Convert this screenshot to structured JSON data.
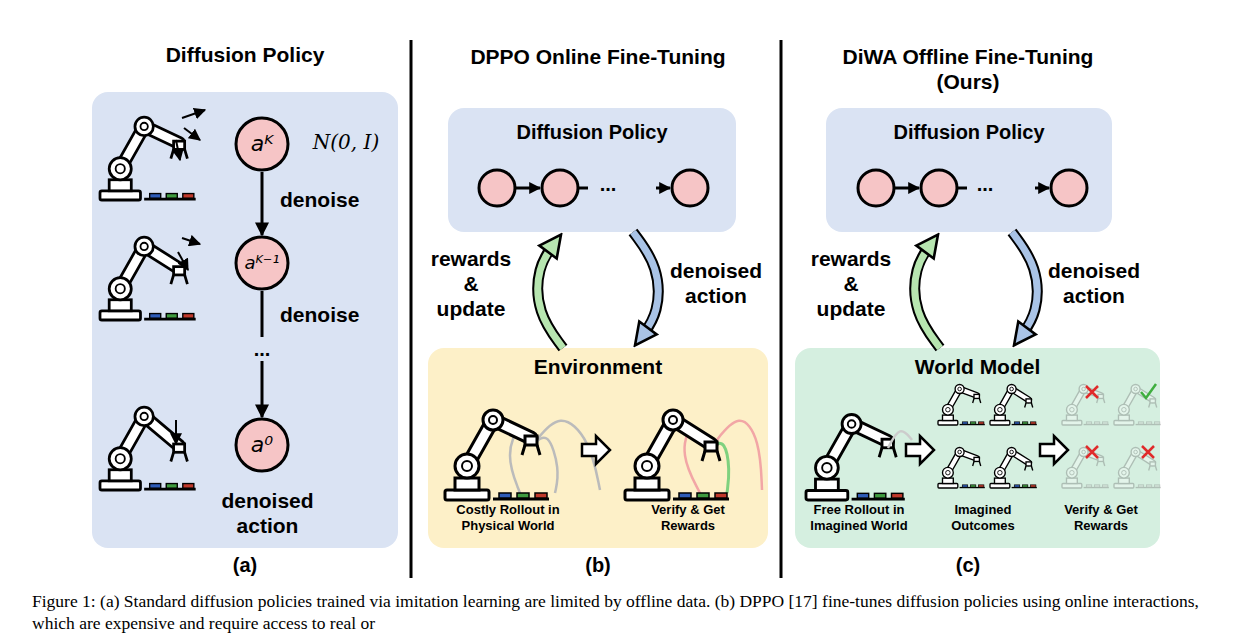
{
  "diagram": {
    "caption": "Figure 1: (a) Standard diffusion policies trained via imitation learning are limited by offline data. (b) DPPO [17] fine-tunes diffusion policies using online interactions, which are expensive and require access to real or",
    "nodes": [
      {
        "text": [
          "Diffusion Policy"
        ]
      },
      {
        "text": [
          "aᴷ"
        ],
        "in": 0
      },
      {
        "text": [
          "aᴷ⁻¹"
        ],
        "in": 0
      },
      {
        "text": [
          "a⁰"
        ],
        "in": 0
      },
      {
        "text": [
          "Diffusion Policy"
        ]
      },
      {
        "text": [
          "Environment",
          "Costly Rollout in Physical World",
          "Verify & Get Rewards"
        ]
      },
      {
        "text": [
          "Diffusion Policy"
        ]
      },
      {
        "text": [
          "World Model",
          "Free Rollout in Imagined World",
          "Imagined Outcomes",
          "Verify & Get Rewards"
        ]
      }
    ],
    "edges": [
      {
        "from": 1,
        "to": 2,
        "arrow": "to",
        "label": "denoise"
      },
      {
        "from": 2,
        "to": 3,
        "arrow": "to",
        "label": "denoise"
      },
      {
        "from": 5,
        "to": 4,
        "arrow": "to",
        "label": "rewards & update"
      },
      {
        "from": 4,
        "to": 5,
        "arrow": "to",
        "label": "denoised action"
      },
      {
        "from": 7,
        "to": 6,
        "arrow": "to",
        "label": "rewards & update"
      },
      {
        "from": 6,
        "to": 7,
        "arrow": "to",
        "label": "denoised action"
      }
    ],
    "labels": [
      "N(0, I)",
      "...",
      "denoised action",
      "(a)",
      "DPPO Online Fine-Tuning",
      "...",
      "(b)",
      "DiWA Offline Fine-Tuning (Ours)",
      "...",
      "(c)"
    ]
  }
}
